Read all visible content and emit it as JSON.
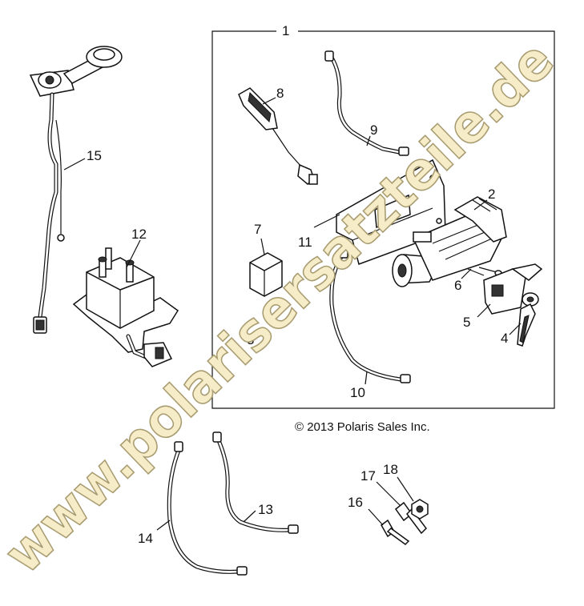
{
  "watermark": "www.polarisersatzteile.de",
  "copyright": "© 2013 Polaris Sales Inc.",
  "callouts": {
    "c1": "1",
    "c2": "2",
    "c3": "3",
    "c4": "4",
    "c5": "5",
    "c6": "6",
    "c7": "7",
    "c8": "8",
    "c9": "9",
    "c10": "10",
    "c11": "11",
    "c12": "12",
    "c13": "13",
    "c14": "14",
    "c15": "15",
    "c16": "16",
    "c17": "17",
    "c18": "18"
  }
}
